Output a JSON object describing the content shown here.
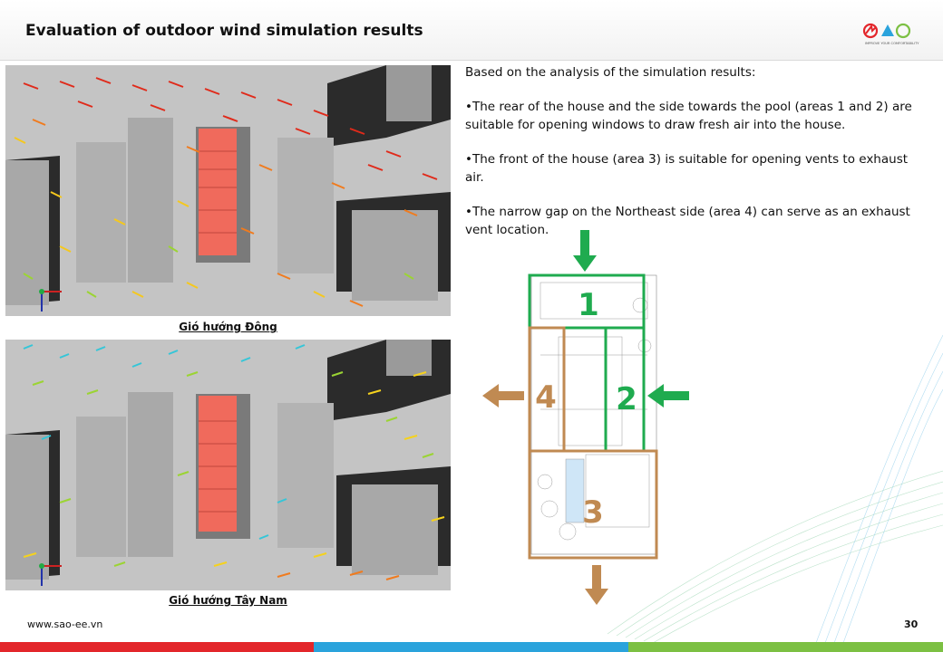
{
  "header": {
    "title": "Evaluation of outdoor wind simulation results",
    "logo_text": "SAO",
    "logo_tagline": "IMPROVE YOUR COMFORTABILITY"
  },
  "simulations": [
    {
      "caption": "Gió hướng Đông"
    },
    {
      "caption": "Gió hướng Tây Nam"
    }
  ],
  "analysis": {
    "intro": "Based on the analysis of the simulation results:",
    "points": [
      "•The rear of the house and the side towards the pool (areas 1 and 2) are suitable for opening windows to draw fresh air into the house.",
      "•The front of the house (area 3) is suitable for opening vents to exhaust air.",
      "•The narrow gap on the Northeast side (area 4) can serve as an exhaust vent location."
    ]
  },
  "plan": {
    "areas": [
      "1",
      "2",
      "3",
      "4"
    ],
    "colors": {
      "inlet": "#1fab4f",
      "outlet": "#c08a52"
    }
  },
  "footer": {
    "url": "www.sao-ee.vn",
    "page": "30",
    "bar_colors": [
      "#e3262b",
      "#2aa3dc",
      "#7cc043"
    ]
  }
}
